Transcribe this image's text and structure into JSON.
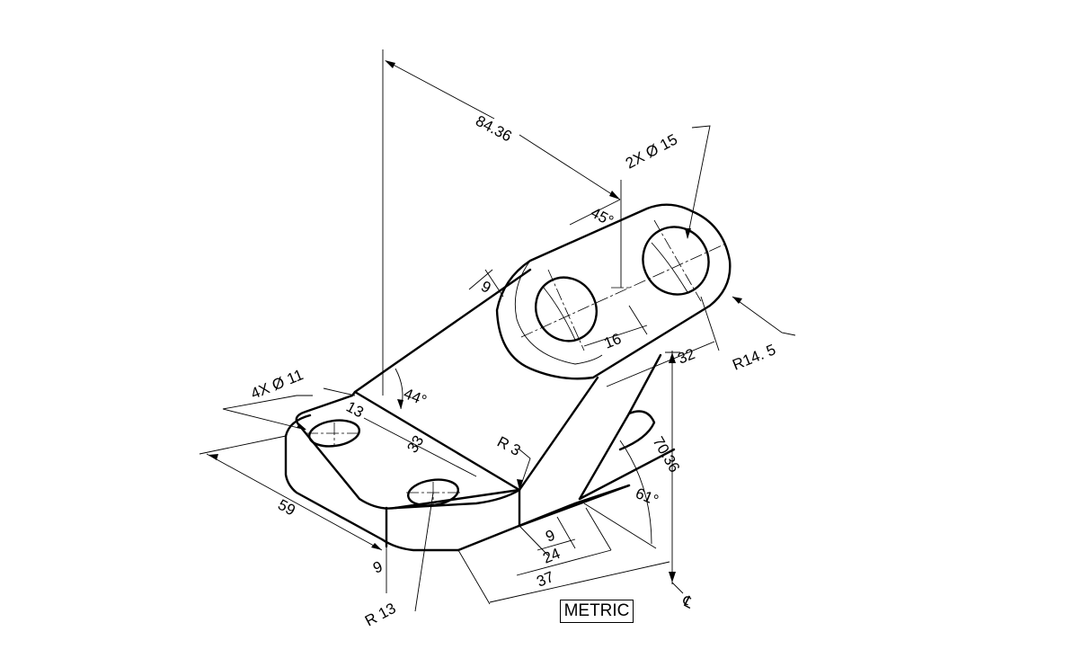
{
  "drawing": {
    "unit_note": "METRIC",
    "dimensions": {
      "overall_length": "84.36",
      "pin_holes": "2X Ø 15",
      "boss_angle": "45°",
      "boss_width": "9",
      "hole_spacing_small": "16",
      "hole_spacing": "32",
      "boss_radius": "R14. 5",
      "base_holes": "4X Ø 11",
      "web_angle": "44°",
      "hole_edge": "13",
      "hole_pitch": "33",
      "fillet": "R 3",
      "height": "70.36",
      "support_angle": "61°",
      "base_width": "59",
      "base_thickness": "9",
      "corner_radius": "R 13",
      "offset_9": "9",
      "offset_24": "24",
      "offset_37": "37",
      "centerline": "℄"
    }
  }
}
